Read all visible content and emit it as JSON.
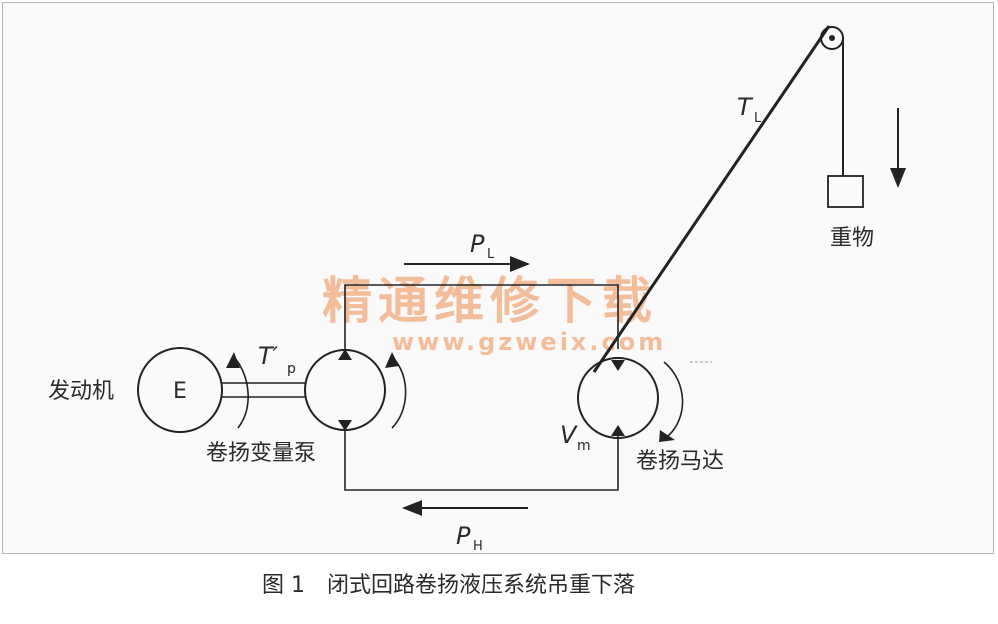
{
  "labels": {
    "engine": "发动机",
    "engine_symbol": "E",
    "pump_torque_main": "T′",
    "pump_torque_sub": "p",
    "pump": "卷扬变量泵",
    "motor": "卷扬马达",
    "motor_disp_main": "V",
    "motor_disp_sub": "m",
    "pressure_low_main": "P",
    "pressure_low_sub": "L",
    "pressure_high_main": "P",
    "pressure_high_sub": "H",
    "tension_main": "T",
    "tension_sub": "L",
    "weight": "重物"
  },
  "watermark": {
    "text_cn": "精通维修下载",
    "text_url": "www.gzweix.com"
  },
  "caption": "图 1　闭式回路卷扬液压系统吊重下落"
}
